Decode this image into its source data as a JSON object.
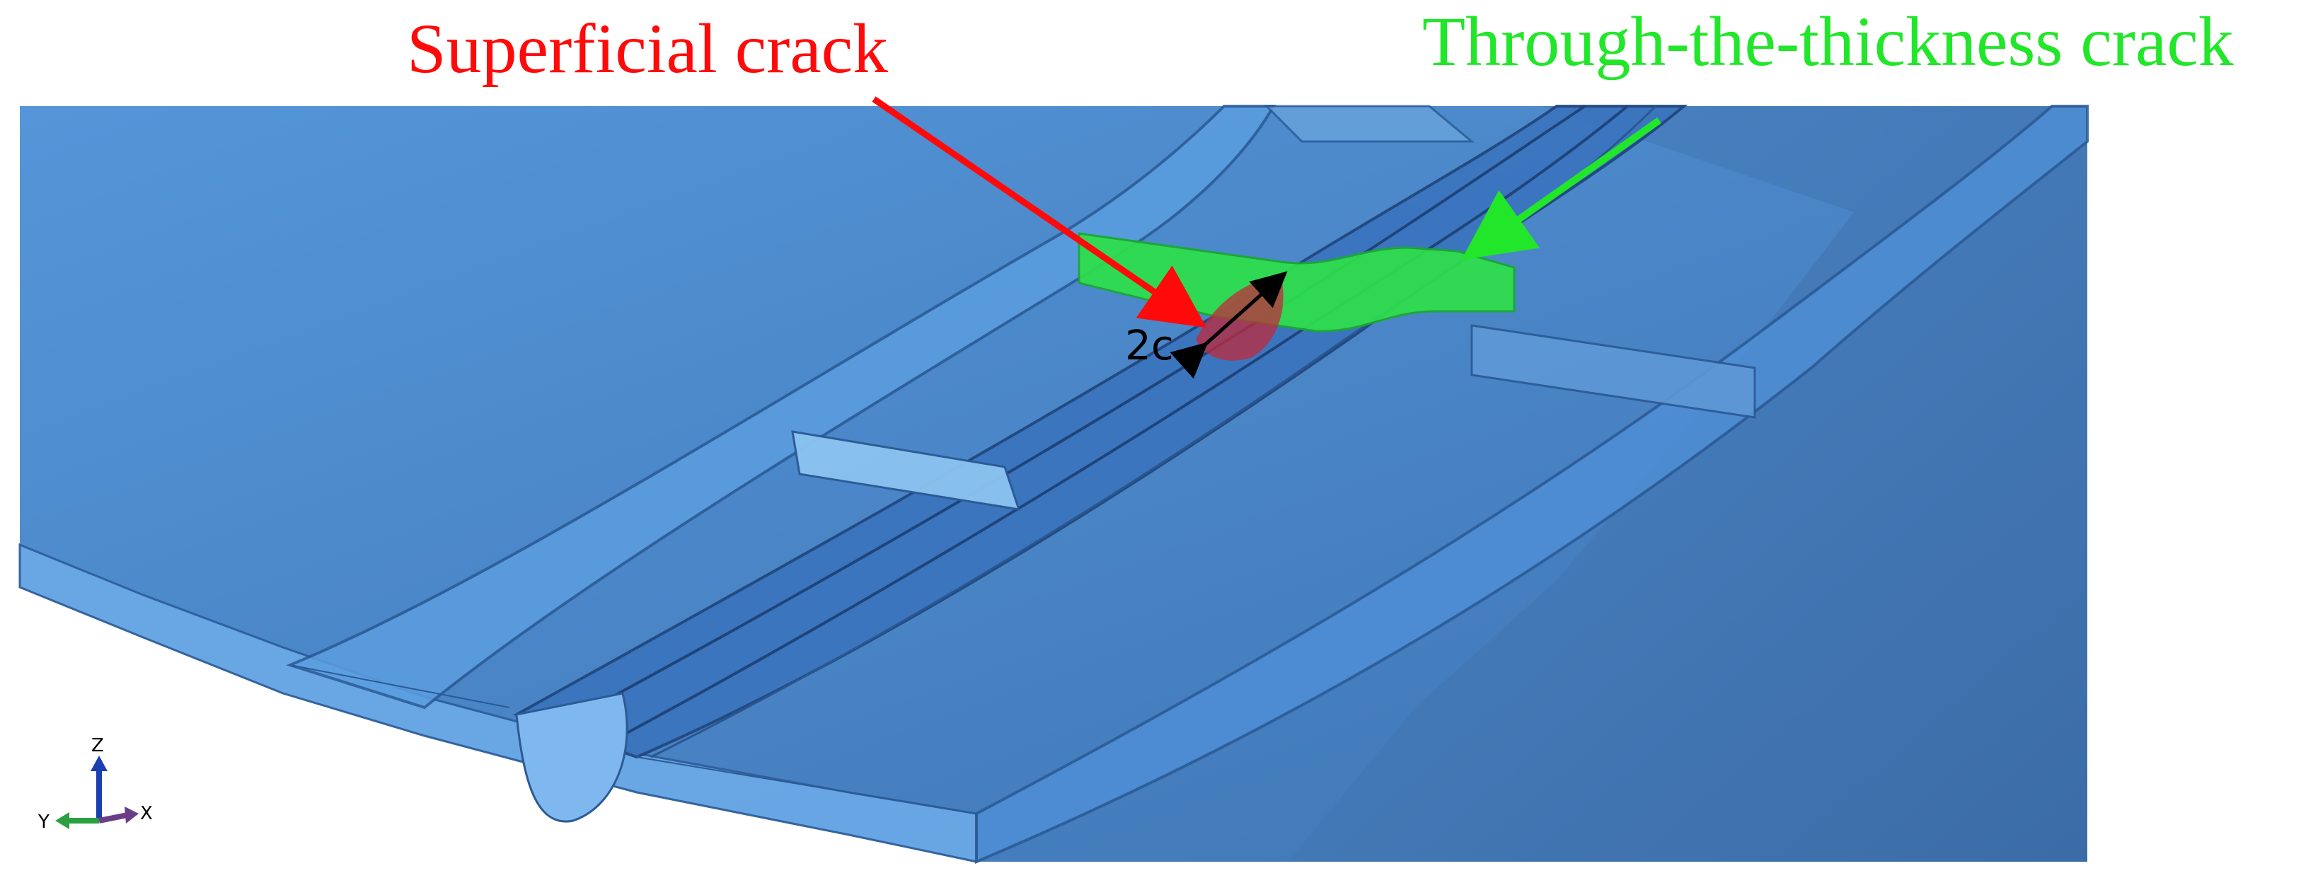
{
  "labels": {
    "superficial_crack": "Superficial crack",
    "through_crack": "Through-the-thickness crack",
    "dimension": "2c"
  },
  "triad": {
    "z": "Z",
    "y": "Y",
    "x": "X"
  },
  "colors": {
    "superficial_label": "#ff0a0a",
    "through_label": "#22e62a",
    "crack_green": "#2ee04a",
    "crack_red": "#c02a3c",
    "model_blue": "#4f8fd2",
    "model_dark": "#2f66ad",
    "model_edge": "#23487a"
  }
}
